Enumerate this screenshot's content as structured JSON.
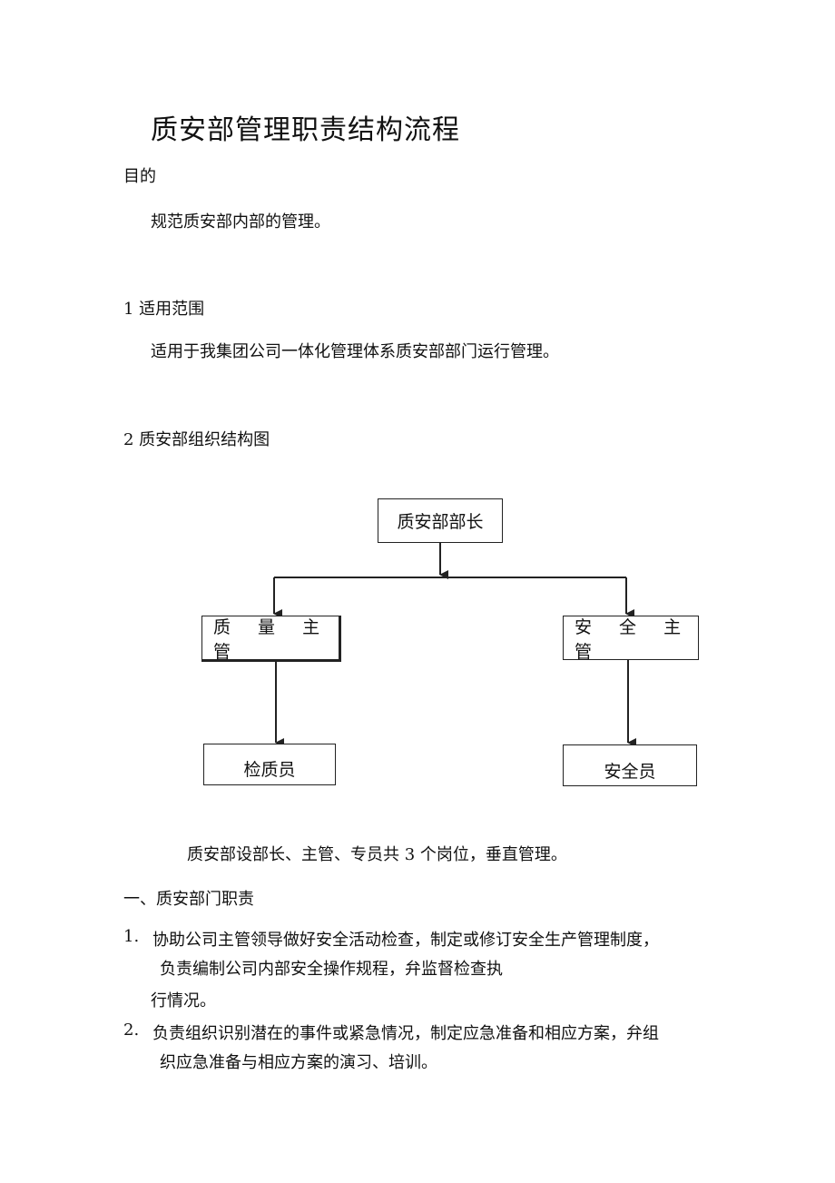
{
  "document": {
    "title": "质安部管理职责结构流程",
    "sections": {
      "purpose_heading": "目的",
      "purpose_text": "规范质安部内部的管理。",
      "scope_heading": "1 适用范围",
      "scope_text": "适用于我集团公司一体化管理体系质安部部门运行管理。",
      "org_heading": "2 质安部组织结构图"
    },
    "org_chart": {
      "top": "质安部部长",
      "left_manager": "质 量 主 管",
      "right_manager": "安 全 主 管",
      "left_staff": "检质员",
      "right_staff": "安全员"
    },
    "org_note": "质安部设部长、主管、专员共 3 个岗位，垂直管理。",
    "duties_heading": "一、质安部门职责",
    "duties": [
      {
        "num": "1.",
        "line1": "协助公司主管领导做好安全活动检查，制定或修订安全生产管理制度，",
        "line2": "负责编制公司内部安全操作规程，弁监督检查执",
        "line3": "行情况。"
      },
      {
        "num": "2.",
        "line1": "负责组织识别潜在的事件或紧急情况，制定应急准备和相应方案，弁组",
        "line2": "织应急准备与相应方案的演习、培训。"
      }
    ]
  }
}
